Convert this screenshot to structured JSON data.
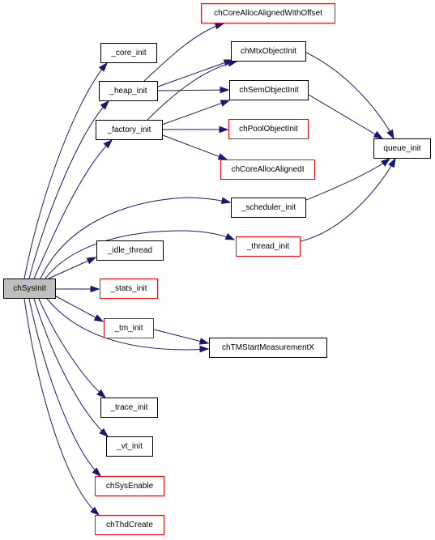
{
  "graph": {
    "colors": {
      "edge": "#191970",
      "node_border": "#000000",
      "undocumented_border": "#ff0000",
      "root_fill": "#bfbfbf"
    },
    "nodes": {
      "chSysInit": "chSysInit",
      "core_init": "_core_init",
      "heap_init": "_heap_init",
      "factory_init": "_factory_init",
      "scheduler_init": "_scheduler_init",
      "thread_init": "_thread_init",
      "idle_thread": "_idle_thread",
      "stats_init": "_stats_init",
      "tm_init": "_tm_init",
      "trace_init": "_trace_init",
      "vt_init": "_vt_init",
      "chSysEnable": "chSysEnable",
      "chThdCreate": "chThdCreate",
      "chCoreAllocAlignedWithOffset": "chCoreAllocAlignedWithOffset",
      "chMtxObjectInit": "chMtxObjectInit",
      "chSemObjectInit": "chSemObjectInit",
      "chPoolObjectInit": "chPoolObjectInit",
      "chCoreAllocAlignedI": "chCoreAllocAlignedI",
      "queue_init": "queue_init",
      "chTMStartMeasurementX": "chTMStartMeasurementX"
    },
    "edges": [
      [
        "chSysInit",
        "core_init"
      ],
      [
        "chSysInit",
        "heap_init"
      ],
      [
        "chSysInit",
        "factory_init"
      ],
      [
        "chSysInit",
        "scheduler_init"
      ],
      [
        "chSysInit",
        "thread_init"
      ],
      [
        "chSysInit",
        "idle_thread"
      ],
      [
        "chSysInit",
        "stats_init"
      ],
      [
        "chSysInit",
        "tm_init"
      ],
      [
        "chSysInit",
        "chTMStartMeasurementX"
      ],
      [
        "chSysInit",
        "trace_init"
      ],
      [
        "chSysInit",
        "vt_init"
      ],
      [
        "chSysInit",
        "chSysEnable"
      ],
      [
        "chSysInit",
        "chThdCreate"
      ],
      [
        "heap_init",
        "chCoreAllocAlignedWithOffset"
      ],
      [
        "heap_init",
        "chMtxObjectInit"
      ],
      [
        "heap_init",
        "chSemObjectInit"
      ],
      [
        "factory_init",
        "chMtxObjectInit"
      ],
      [
        "factory_init",
        "chSemObjectInit"
      ],
      [
        "factory_init",
        "chPoolObjectInit"
      ],
      [
        "factory_init",
        "chCoreAllocAlignedI"
      ],
      [
        "chMtxObjectInit",
        "queue_init"
      ],
      [
        "chSemObjectInit",
        "queue_init"
      ],
      [
        "scheduler_init",
        "queue_init"
      ],
      [
        "thread_init",
        "queue_init"
      ],
      [
        "tm_init",
        "chTMStartMeasurementX"
      ]
    ]
  }
}
